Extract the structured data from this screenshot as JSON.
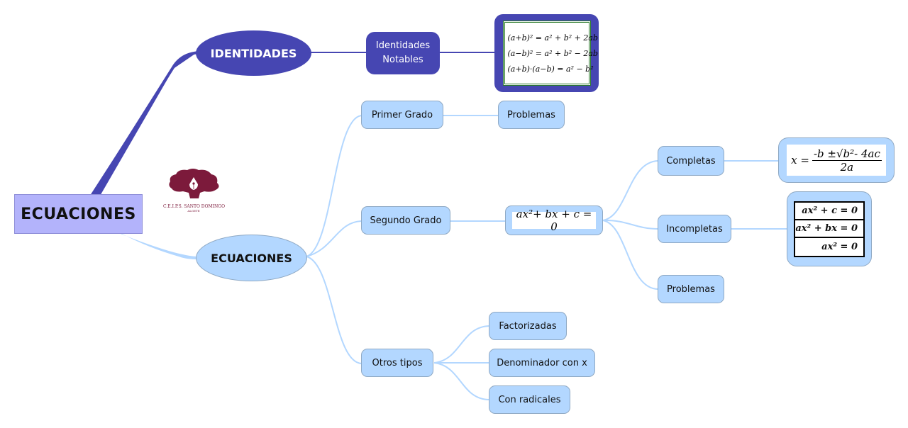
{
  "colors": {
    "root_fill": "#b3b3fb",
    "dark_branch": "#4646b2",
    "light_branch": "#b3d7ff",
    "logo": "#7c1a3b",
    "identities_frame": "#2a7a2a"
  },
  "root": {
    "label": "ECUACIONES"
  },
  "identidades": {
    "label": "IDENTIDADES",
    "child": {
      "label_line1": "Identidades",
      "label_line2": "Notables"
    },
    "formulas": [
      "(a+b)² = a² + b² + 2ab",
      "(a−b)² = a² + b² − 2ab",
      "(a+b)·(a−b) = a² − b²"
    ]
  },
  "logo": {
    "icon": "tree-pen-nib-icon",
    "line1": "C.E.I.P.S. SANTO DOMINGO",
    "line2": "ALGETE"
  },
  "ecuaciones": {
    "label": "ECUACIONES",
    "primer_grado": {
      "label": "Primer Grado",
      "children": [
        {
          "label": "Problemas"
        }
      ]
    },
    "segundo_grado": {
      "label": "Segundo Grado",
      "general_form": "ax²+ bx + c = 0",
      "completas": {
        "label": "Completas",
        "formula_lhs": "x =",
        "formula_num": "-b ±√b²- 4ac",
        "formula_den": "2a"
      },
      "incompletas": {
        "label": "Incompletas",
        "forms": [
          "ax² + c = 0",
          "ax² + bx = 0",
          "ax² = 0"
        ]
      },
      "problemas": {
        "label": "Problemas"
      }
    },
    "otros_tipos": {
      "label": "Otros tipos",
      "children": [
        {
          "label": "Factorizadas"
        },
        {
          "label": "Denominador con x"
        },
        {
          "label": "Con radicales"
        }
      ]
    }
  }
}
